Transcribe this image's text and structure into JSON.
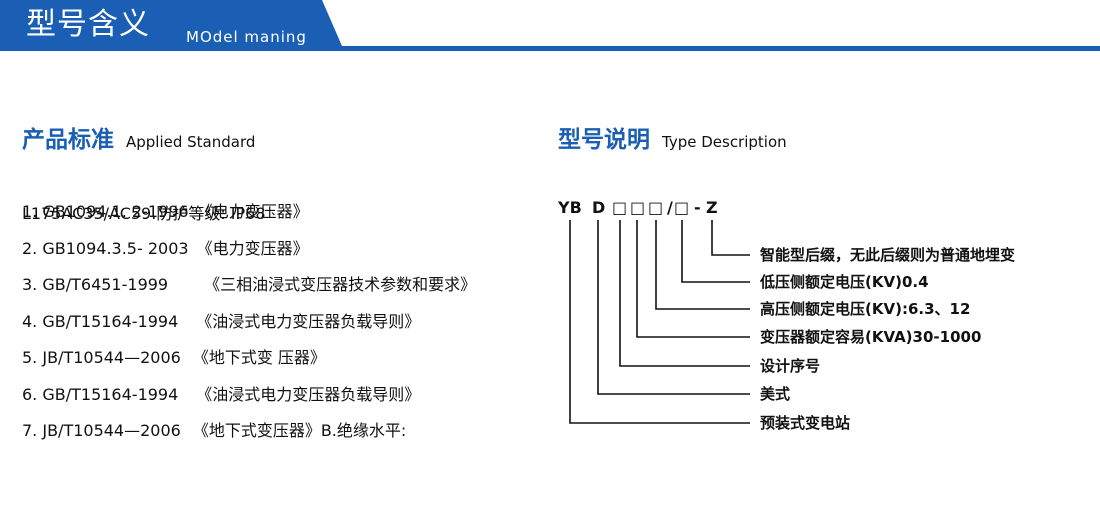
{
  "banner": {
    "title": "型号含义",
    "subtitle": "MOdel maning",
    "color": "#1a5fb4"
  },
  "standard": {
    "heading_cn": "产品标准",
    "heading_en": "Applied Standard",
    "items": [
      {
        "num": "1. GB1094.1. 2-1996",
        "name": "《电力变压器》"
      },
      {
        "num": "2. GB1094.3.5- 2003",
        "name": "《电力变压器》"
      },
      {
        "num": "3. GB/T6451-1999",
        "name": "《三相油浸式变压器技术参数和要求》"
      },
      {
        "num": "4. GB/T15164-1994",
        "name": "《油浸式电力变压器负载导则》"
      },
      {
        "num": "5. JB/T10544—2006",
        "name": "《地下式变 压器》"
      },
      {
        "num": "6. GB/T15164-1994",
        "name": "《油浸式电力变压器负载导则》"
      },
      {
        "num": "7. JB/T10544—2006",
        "name": "《地下式变压器》B.绝缘水平:"
      }
    ],
    "continuation": "L175AC35/AC59.防护等级: IP68"
  },
  "model": {
    "heading_cn": "型号说明",
    "heading_en": "Type Description",
    "code_parts": [
      "YB",
      "D",
      "□",
      "□",
      "□",
      "/",
      "□",
      "-",
      "Z"
    ],
    "legend": [
      "智能型后缀，无此后缀则为普通地埋变",
      "低压侧额定电压(KV)0.4",
      "高压侧额定电压(KV):6.3、12",
      "变压器额定容易(KVA)30-1000",
      "设计序号",
      "美式",
      "预装式变电站"
    ]
  }
}
